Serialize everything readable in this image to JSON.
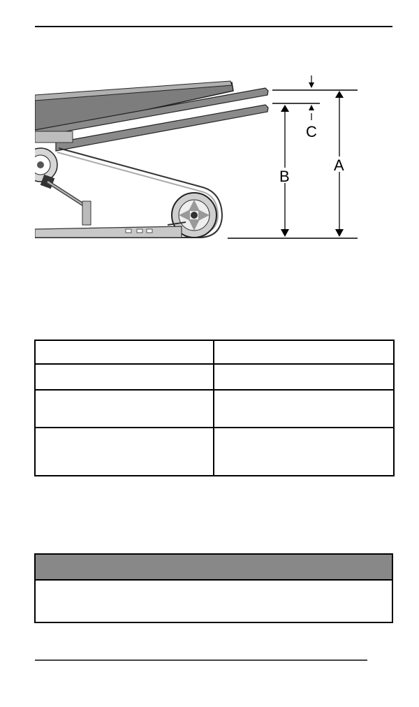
{
  "figure": {
    "labels": {
      "a": "A",
      "b": "B",
      "c": "C"
    }
  },
  "table": {
    "header": [
      "",
      ""
    ],
    "rows": [
      [
        "",
        ""
      ],
      [
        "",
        ""
      ],
      [
        "",
        ""
      ]
    ]
  },
  "note": {
    "title": "",
    "body": ""
  }
}
